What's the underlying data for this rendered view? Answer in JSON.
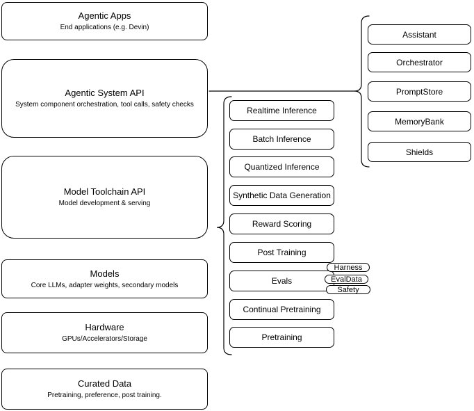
{
  "diagram": {
    "colors": {
      "stroke": "#000000",
      "fill": "#ffffff"
    },
    "left_stack": [
      {
        "title": "Agentic Apps",
        "subtitle": "End applications (e.g. Devin)"
      },
      {
        "title": "Agentic System API",
        "subtitle": "System component orchestration, tool calls, safety checks"
      },
      {
        "title": "Model Toolchain API",
        "subtitle": "Model development & serving"
      },
      {
        "title": "Models",
        "subtitle": "Core LLMs, adapter weights, secondary models"
      },
      {
        "title": "Hardware",
        "subtitle": "GPUs/Accelerators/Storage"
      },
      {
        "title": "Curated Data",
        "subtitle": "Pretraining, preference, post training."
      }
    ],
    "toolchain_components": [
      {
        "label": "Realtime Inference"
      },
      {
        "label": "Batch Inference"
      },
      {
        "label": "Quantized Inference"
      },
      {
        "label": "Synthetic Data Generation"
      },
      {
        "label": "Reward Scoring"
      },
      {
        "label": "Post Training"
      },
      {
        "label": "Evals"
      },
      {
        "label": "Continual Pretraining"
      },
      {
        "label": "Pretraining"
      }
    ],
    "eval_tags": [
      {
        "label": "Harness"
      },
      {
        "label": "EvalData"
      },
      {
        "label": "Safety"
      }
    ],
    "system_components": [
      {
        "label": "Assistant"
      },
      {
        "label": "Orchestrator"
      },
      {
        "label": "PromptStore"
      },
      {
        "label": "MemoryBank"
      },
      {
        "label": "Shields"
      }
    ]
  }
}
